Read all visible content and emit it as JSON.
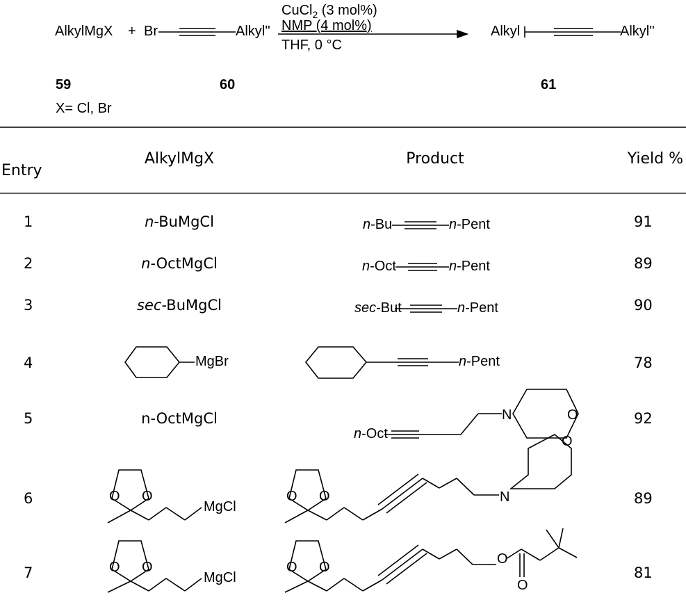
{
  "scheme": {
    "reactant1": "AlkylMgX",
    "plus": "+",
    "br": "Br",
    "alkyl2": "Alkyl''",
    "cond1": "CuCl2 (3 mol%)",
    "cond2": "NMP (4 mol%)",
    "cond3": "THF, 0 °C",
    "product_left": "Alkyl",
    "product_right": "Alkyl''",
    "label59": "59",
    "label60": "60",
    "label61": "61",
    "x_note": "X= Cl, Br"
  },
  "table": {
    "headers": [
      "Entry",
      "AlkylMgX",
      "Product",
      "Yield %"
    ],
    "rows": [
      {
        "entry": "1",
        "reagent_prefix": "n",
        "reagent_rest": "-BuMgCl",
        "product_left_prefix": "n",
        "product_left_rest": "-Bu",
        "product_right_prefix": "n",
        "product_right_rest": "-Pent",
        "yield": "91"
      },
      {
        "entry": "2",
        "reagent_prefix": "n",
        "reagent_rest": "-OctMgCl",
        "product_left_prefix": "n",
        "product_left_rest": "-Oct",
        "product_right_prefix": "n",
        "product_right_rest": "-Pent",
        "yield": "89"
      },
      {
        "entry": "3",
        "reagent_prefix": "sec",
        "reagent_rest": "-BuMgCl",
        "product_left_prefix": "sec",
        "product_left_rest": "-But",
        "product_right_prefix": "n",
        "product_right_rest": "-Pent",
        "yield": "90"
      },
      {
        "entry": "4",
        "reagent_label": "MgBr",
        "product_right_prefix": "n",
        "product_right_rest": "-Pent",
        "yield": "78"
      },
      {
        "entry": "5",
        "reagent": "n-OctMgCl",
        "product_left_prefix": "n",
        "product_left_rest": "-Oct",
        "atom_n": "N",
        "atom_o": "O",
        "yield": "92"
      },
      {
        "entry": "6",
        "reagent_label": "MgCl",
        "atom_o1": "O",
        "atom_o2": "O",
        "atom_n": "N",
        "atom_o": "O",
        "yield": "89"
      },
      {
        "entry": "7",
        "reagent_label": "MgCl",
        "atom_o1": "O",
        "atom_o2": "O",
        "atom_o3": "O",
        "atom_o4": "O",
        "yield": "81"
      }
    ]
  }
}
